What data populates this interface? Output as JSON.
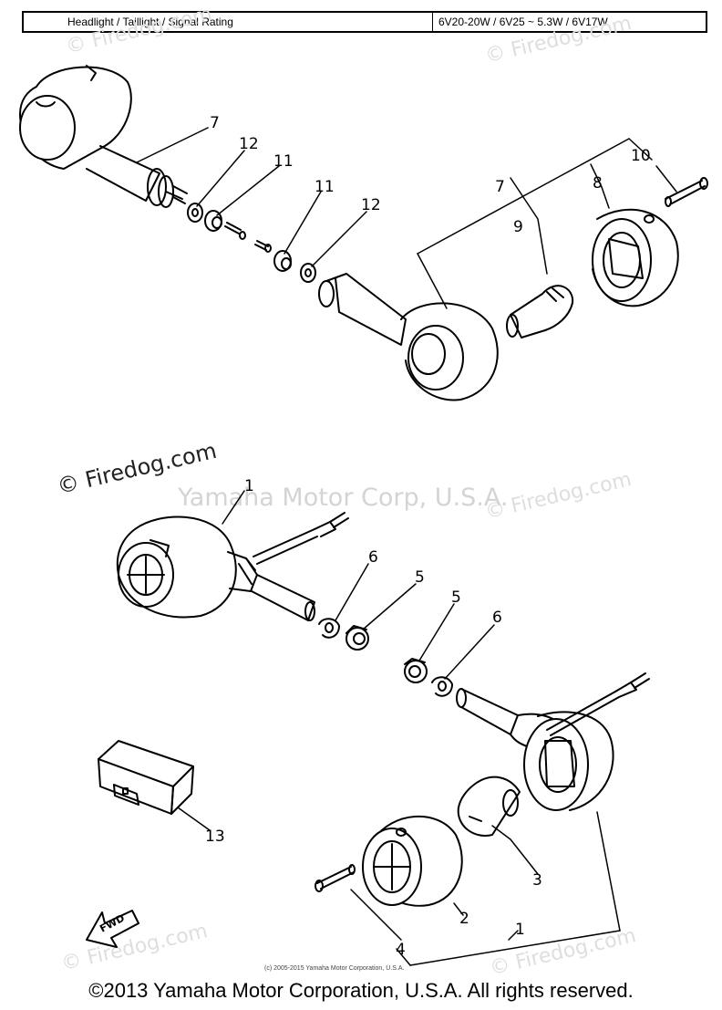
{
  "spec_table": {
    "label": "Headlight / Taillight / Signal Rating",
    "value": "6V20-20W / 6V25 ~ 5.3W / 6V17W"
  },
  "watermarks": {
    "main": "Yamaha Motor Corp, U.S.A.",
    "firedog": "© Firedog.com",
    "ghost": "© Firedog.com"
  },
  "callouts": {
    "upper_left_housing": "7",
    "upper_left_washer": "12",
    "upper_left_nut": "11",
    "upper_right_nut": "11",
    "upper_right_washer": "12",
    "upper_group": "7",
    "upper_bulb": "9",
    "upper_lens": "8",
    "upper_screw": "10",
    "lower_left_assembly": "1",
    "lower_left_washer": "6",
    "lower_left_nut": "5",
    "lower_right_nut": "5",
    "lower_right_washer": "6",
    "flasher_relay": "13",
    "lower_bulb": "3",
    "lower_lens": "2",
    "lower_assembly": "1",
    "lower_screw": "4"
  },
  "fwd_label": "FWD",
  "copyright_small": "(c) 2005-2015 Yamaha Motor Corporation, U.S.A.",
  "copyright": "©2013 Yamaha Motor Corporation, U.S.A. All rights reserved."
}
